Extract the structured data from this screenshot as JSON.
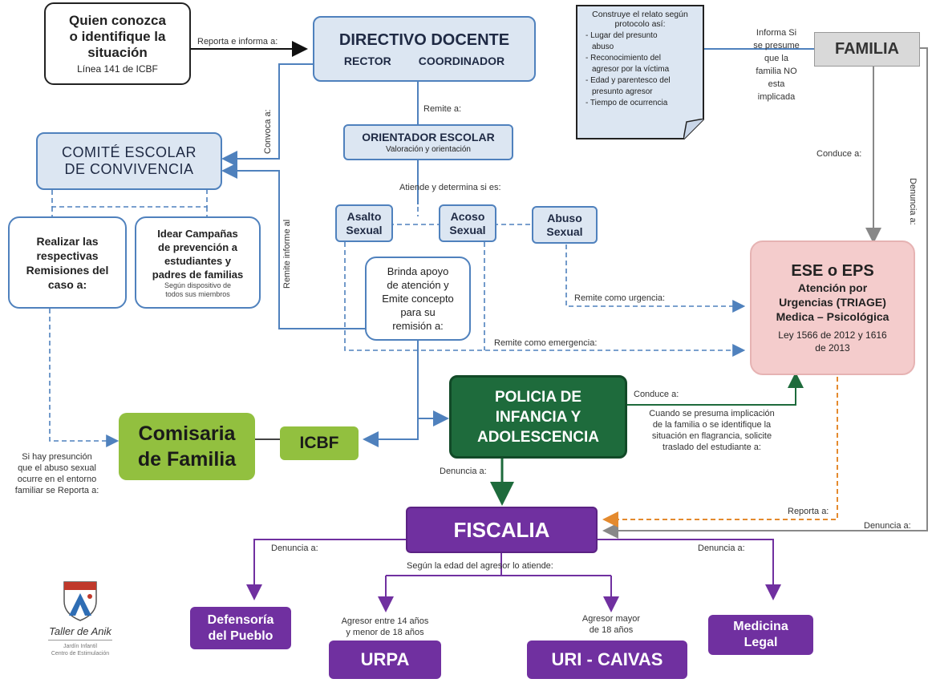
{
  "nodes": {
    "reporter": {
      "line1": "Quien conozca",
      "line2": "o identifique la",
      "line3": "situación",
      "sub": "Línea 141 de ICBF"
    },
    "directivo": {
      "title": "DIRECTIVO DOCENTE",
      "left": "RECTOR",
      "right": "COORDINADOR"
    },
    "protocol": {
      "title1": "Construye el relato según",
      "title2": "protocolo así:",
      "items": [
        "- Lugar del presunto",
        "abuso",
        "- Reconocimiento del",
        "agresor por la víctima",
        "- Edad y parentesco del",
        "presunto agresor",
        "- Tiempo de ocurrencia"
      ]
    },
    "familia": {
      "title": "FAMILIA"
    },
    "orientador": {
      "title": "ORIENTADOR ESCOLAR",
      "sub": "Valoración y orientación"
    },
    "comite": {
      "line1": "COMITÉ ESCOLAR",
      "line2": "DE CONVIVENCIA"
    },
    "remisiones": {
      "line1": "Realizar las",
      "line2": "respectivas",
      "line3": "Remisiones del",
      "line4": "caso a:"
    },
    "campanas": {
      "line1": "Idear Campañas",
      "line2": "de prevención a",
      "line3": "estudiantes y",
      "line4": "padres de familias",
      "sub1": "Según dispositivo de",
      "sub2": "todos sus miembros"
    },
    "asalto": {
      "line1": "Asalto",
      "line2": "Sexual"
    },
    "acoso": {
      "line1": "Acoso",
      "line2": "Sexual"
    },
    "abuso": {
      "line1": "Abuso",
      "line2": "Sexual"
    },
    "apoyo": {
      "line1": "Brinda apoyo",
      "line2": "de atención y",
      "line3": "Emite concepto",
      "line4": "para su",
      "line5": "remisión a:"
    },
    "ese": {
      "title": "ESE o EPS",
      "line1": "Atención por",
      "line2": "Urgencias (TRIAGE)",
      "line3": "Medica – Psicológica",
      "line4": "Ley 1566 de 2012 y 1616",
      "line5": "de 2013"
    },
    "policia": {
      "line1": "POLICIA DE",
      "line2": "INFANCIA Y",
      "line3": "ADOLESCENCIA"
    },
    "comisaria": {
      "line1": "Comisaria",
      "line2": "de Familia"
    },
    "icbf": {
      "title": "ICBF"
    },
    "fiscalia": {
      "title": "FISCALIA"
    },
    "defensoria": {
      "line1": "Defensoría",
      "line2": "del Pueblo"
    },
    "urpa": {
      "title": "URPA"
    },
    "uri": {
      "title": "URI - CAIVAS"
    },
    "medicina": {
      "line1": "Medicina",
      "line2": "Legal"
    }
  },
  "labels": {
    "reporta": "Reporta e informa a:",
    "informa": [
      "Informa Si",
      "se presume",
      "que la",
      "familia NO",
      "esta",
      "implicada"
    ],
    "remite_a": "Remite a:",
    "convoca": "Convoca a:",
    "conduce_familia": "Conduce a:",
    "denuncia_side": "Denuncia a:",
    "atiende": "Atiende y determina si es:",
    "remite_informe": "Remite informe al",
    "urgencia": "Remite como urgencia:",
    "emergencia": "Remite como emergencia:",
    "conduce_policia": "Conduce a:",
    "cuando": [
      "Cuando se presuma implicación",
      "de la familia o se identifique la",
      "situación en flagrancia, solicite",
      "traslado del estudiante a:"
    ],
    "presuncion": [
      "Si hay presunción",
      "que el abuso sexual",
      "ocurre en el entorno",
      "familiar se Reporta a:"
    ],
    "denuncia_policia": "Denuncia  a:",
    "reporta_ese": "Reporta a:",
    "denuncia_familia": "Denuncia a:",
    "denuncia_left": "Denuncia  a:",
    "denuncia_right": "Denuncia  a:",
    "segun_edad": "Según la edad del agresor lo atiende:",
    "agresor_menor": [
      "Agresor entre 14 años",
      "y menor de 18 años"
    ],
    "agresor_mayor": [
      "Agresor mayor",
      "de 18 años"
    ]
  },
  "logo": {
    "name": "Taller de Anik",
    "sub1": "Jardín Infantil",
    "sub2": "Centro de Estimulación"
  },
  "colors": {
    "blue": "#4f81bd",
    "purple": "#7030a0",
    "green": "#92c03f",
    "dark_green": "#1e6b3c",
    "orange": "#e48a2e",
    "pink": "#f4cccc"
  }
}
